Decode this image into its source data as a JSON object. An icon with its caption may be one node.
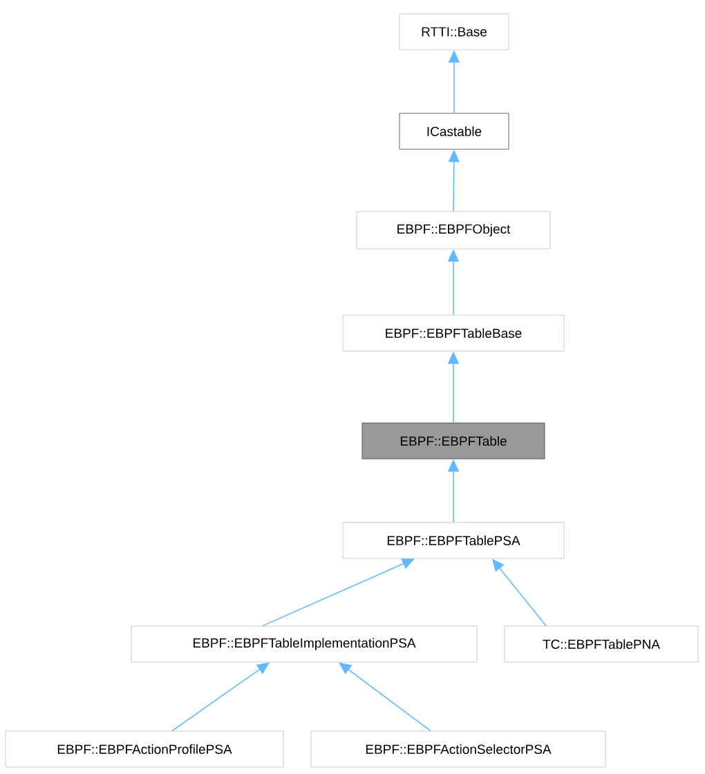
{
  "diagram": {
    "nodes": [
      {
        "text": [
          "RTTI::Base"
        ]
      },
      {
        "text": [
          "ICastable"
        ]
      },
      {
        "text": [
          "EBPF::EBPFObject"
        ]
      },
      {
        "text": [
          "EBPF::EBPFTableBase"
        ]
      },
      {
        "text": [
          "EBPF::EBPFTable"
        ]
      },
      {
        "text": [
          "EBPF::EBPFTablePSA"
        ]
      },
      {
        "text": [
          "EBPF::EBPFTableImplementationPSA"
        ]
      },
      {
        "text": [
          "TC::EBPFTablePNA"
        ]
      },
      {
        "text": [
          "EBPF::EBPFActionProfilePSA"
        ]
      },
      {
        "text": [
          "EBPF::EBPFActionSelectorPSA"
        ]
      }
    ],
    "edges": [
      {
        "from": 1,
        "to": 0,
        "arrow": "to"
      },
      {
        "from": 2,
        "to": 1,
        "arrow": "to"
      },
      {
        "from": 3,
        "to": 2,
        "arrow": "to"
      },
      {
        "from": 4,
        "to": 3,
        "arrow": "to"
      },
      {
        "from": 5,
        "to": 4,
        "arrow": "to"
      },
      {
        "from": 6,
        "to": 5,
        "arrow": "to"
      },
      {
        "from": 7,
        "to": 5,
        "arrow": "to"
      },
      {
        "from": 8,
        "to": 6,
        "arrow": "to"
      },
      {
        "from": 9,
        "to": 6,
        "arrow": "to"
      }
    ]
  }
}
